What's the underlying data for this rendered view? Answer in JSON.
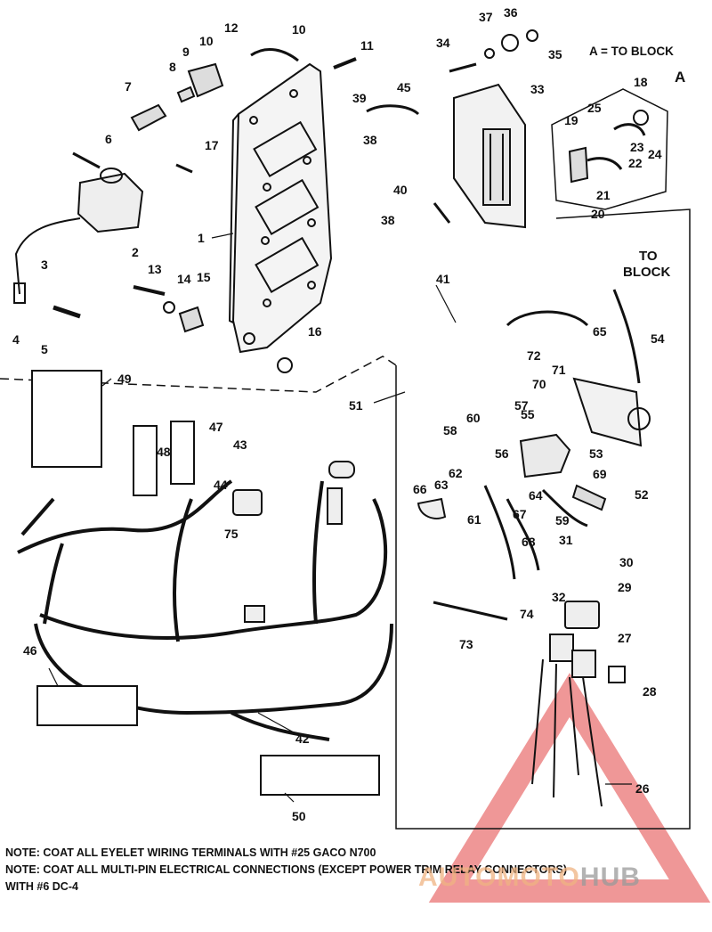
{
  "header": {
    "block_note": "A = TO BLOCK",
    "ref_a": "A",
    "to_block": [
      "TO",
      "BLOCK"
    ]
  },
  "callouts": {
    "c1": "1",
    "c2": "2",
    "c3": "3",
    "c4": "4",
    "c5": "5",
    "c6": "6",
    "c7": "7",
    "c8": "8",
    "c9": "9",
    "c10a": "10",
    "c10b": "10",
    "c11": "11",
    "c12": "12",
    "c13": "13",
    "c14": "14",
    "c15": "15",
    "c16": "16",
    "c17": "17",
    "c18": "18",
    "c19": "19",
    "c20": "20",
    "c21": "21",
    "c22": "22",
    "c23": "23",
    "c24": "24",
    "c25": "25",
    "c26": "26",
    "c27": "27",
    "c28": "28",
    "c29": "29",
    "c30": "30",
    "c31": "31",
    "c32": "32",
    "c33": "33",
    "c34": "34",
    "c35": "35",
    "c36": "36",
    "c37": "37",
    "c38a": "38",
    "c38b": "38",
    "c39": "39",
    "c40": "40",
    "c41": "41",
    "c42": "42",
    "c43": "43",
    "c44": "44",
    "c45": "45",
    "c46": "46",
    "c47": "47",
    "c48": "48",
    "c49": "49",
    "c50": "50",
    "c51": "51",
    "c52": "52",
    "c53": "53",
    "c54": "54",
    "c55": "55",
    "c56": "56",
    "c57": "57",
    "c58": "58",
    "c59": "59",
    "c60": "60",
    "c61": "61",
    "c62": "62",
    "c63": "63",
    "c64": "64",
    "c65": "65",
    "c66": "66",
    "c67": "67",
    "c68": "68",
    "c69": "69",
    "c70": "70",
    "c71": "71",
    "c72": "72",
    "c73": "73",
    "c74": "74",
    "c75": "75"
  },
  "notes": {
    "line1": "NOTE: COAT ALL EYELET WIRING TERMINALS WITH #25 GACO N700",
    "line2": "NOTE: COAT ALL MULTI-PIN ELECTRICAL CONNECTIONS (EXCEPT POWER TRIM RELAY CONNECTORS)",
    "line3": "WITH #6 DC-4"
  },
  "watermark": {
    "brand": "AUTOMOTO",
    "brand_suffix": "HUB",
    "color": "#e03030"
  }
}
